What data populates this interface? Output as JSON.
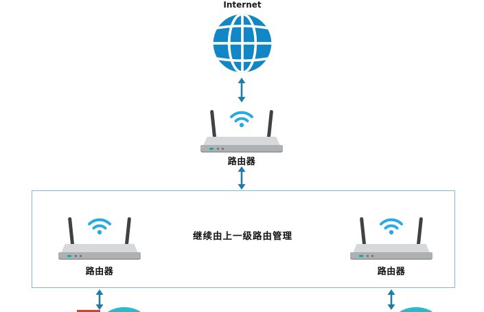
{
  "diagram": {
    "internet_label": "Internet",
    "top_router": {
      "label": "路由器"
    },
    "group_box": {
      "caption": "继续由上一级路由管理"
    },
    "left_router": {
      "label": "路由器"
    },
    "right_router": {
      "label": "路由器"
    }
  },
  "colors": {
    "globe_blue": "#1287c6",
    "wifi_blue": "#29abe2",
    "arrow_blue": "#1e7ba6",
    "box_border": "#83b6d3",
    "router_top": "#d6d8d9",
    "router_front": "#adb1b3",
    "antenna": "#3f4243",
    "cutoff_teal": "#2bb9cc",
    "cutoff_red": "#e23b2e"
  },
  "icons": {
    "globe": "globe-icon",
    "wifi": "wifi-icon",
    "arrow": "double-arrow-icon",
    "router": "router-icon"
  }
}
